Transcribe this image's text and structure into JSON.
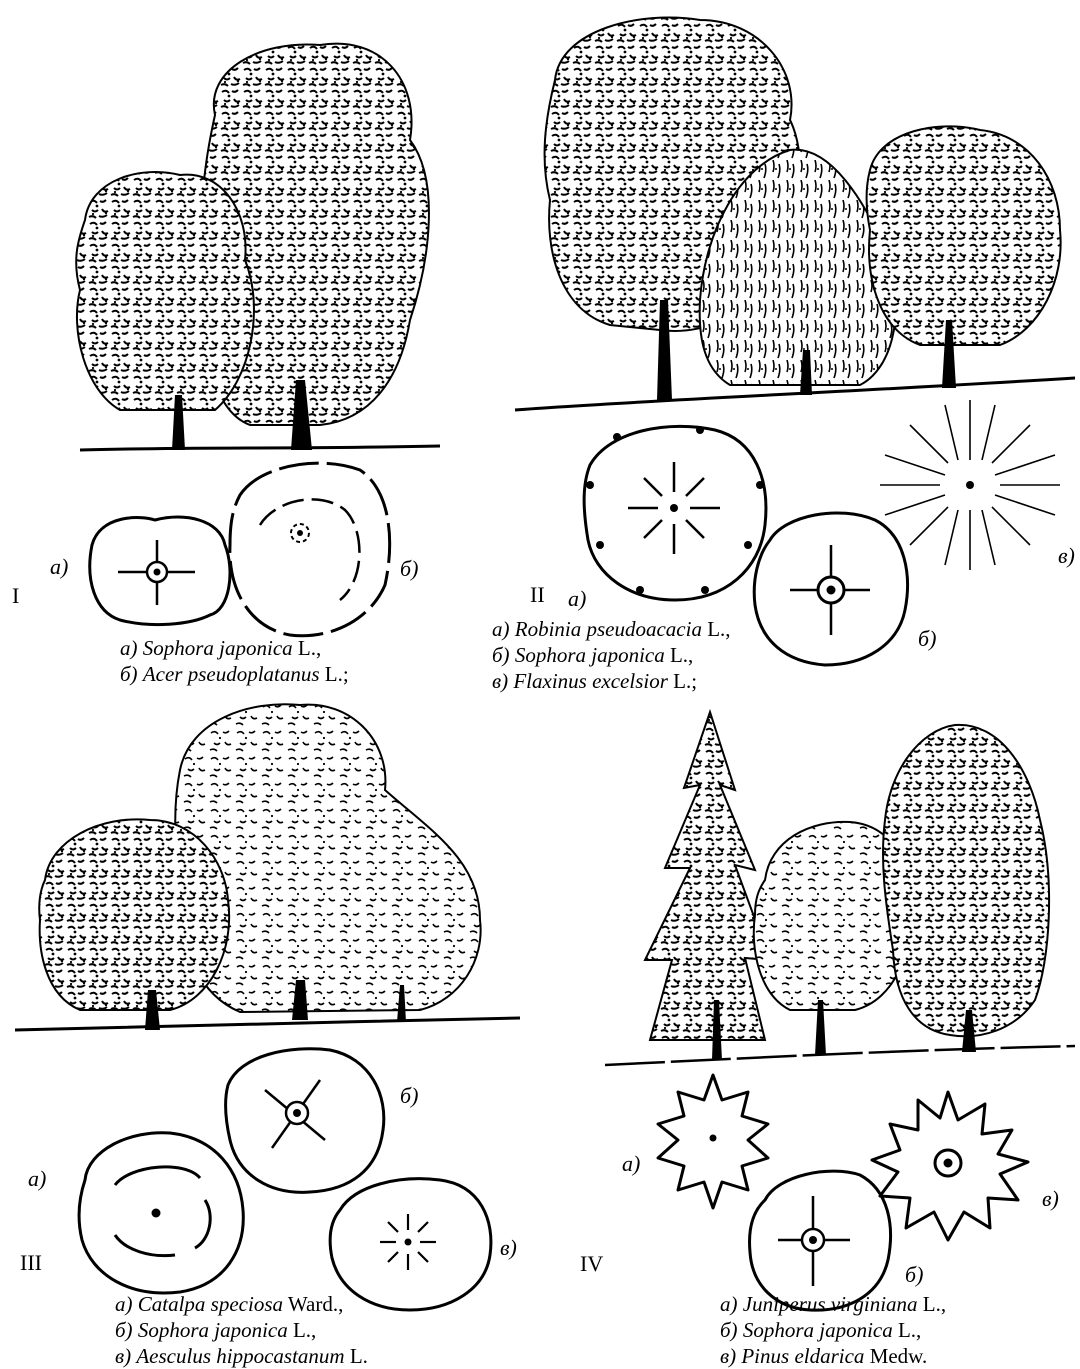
{
  "panels": [
    {
      "id": "I",
      "numeral": "I",
      "markers": [
        "а)",
        "б)"
      ],
      "captions": [
        {
          "marker": "а)",
          "genus": "Sophora japonica",
          "author": "L.,"
        },
        {
          "marker": "б)",
          "genus": "Acer pseudoplatanus",
          "author": "L.;"
        }
      ]
    },
    {
      "id": "II",
      "numeral": "II",
      "markers": [
        "а)",
        "б)",
        "в)"
      ],
      "captions": [
        {
          "marker": "а)",
          "genus": "Robinia pseudoacacia",
          "author": "L.,"
        },
        {
          "marker": "б)",
          "genus": "Sophora japonica",
          "author": "L.,"
        },
        {
          "marker": "в)",
          "genus": "Flaxinus excelsior",
          "author": "L.;"
        }
      ]
    },
    {
      "id": "III",
      "numeral": "III",
      "markers": [
        "а)",
        "б)",
        "в)"
      ],
      "captions": [
        {
          "marker": "а)",
          "genus": "Catalpa speciosa",
          "author": "Ward.,"
        },
        {
          "marker": "б)",
          "genus": "Sophora japonica",
          "author": "L.,"
        },
        {
          "marker": "в)",
          "genus": "Aesculus hippocastanum",
          "author": "L."
        }
      ]
    },
    {
      "id": "IV",
      "numeral": "IV",
      "markers": [
        "а)",
        "б)",
        "в)"
      ],
      "captions": [
        {
          "marker": "а)",
          "genus": "Juniperus virginiana",
          "author": "L.,"
        },
        {
          "marker": "б)",
          "genus": "Sophora japonica",
          "author": "L.,"
        },
        {
          "marker": "в)",
          "genus": "Pinus eldarica",
          "author": "Medw."
        }
      ]
    }
  ],
  "colors": {
    "ink": "#000000",
    "paper": "#ffffff"
  }
}
